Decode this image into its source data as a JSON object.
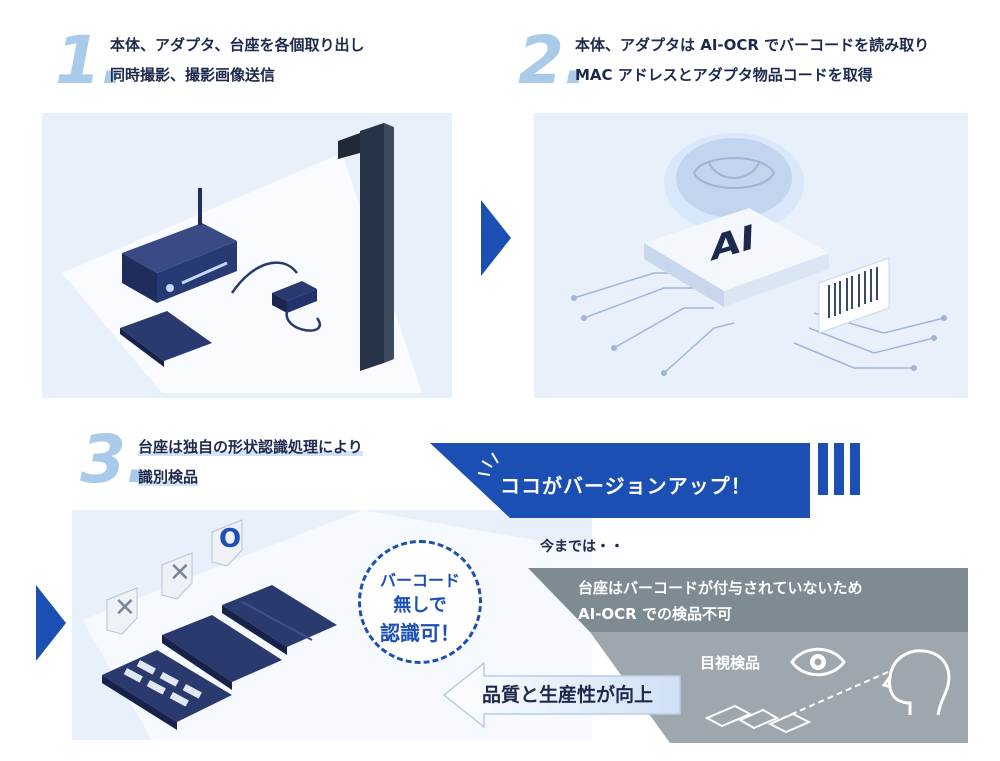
{
  "step1": {
    "number": "1.",
    "line1": "本体、アダプタ、台座を各個取り出し",
    "line2": "同時撮影、撮影画像送信"
  },
  "step2": {
    "number": "2.",
    "line1": "本体、アダプタは AI-OCR でバーコードを読み取り",
    "line2": "MAC アドレスとアダプタ物品コードを取得",
    "ai_label": "AI"
  },
  "step3": {
    "number": "3.",
    "line1": "台座は独自の形状認識処理により",
    "line2": "識別検品"
  },
  "banner": {
    "label": "ココがバージョンアップ！",
    "color": "#1c4fb3"
  },
  "previous": {
    "heading": "今までは・・",
    "line1": "台座はバーコードが付与されていないため",
    "line2": "AI-OCR での検品不可",
    "visual_check": "目視検品"
  },
  "badge": {
    "line1": "バーコード",
    "line2": "無しで",
    "line3": "認識可！"
  },
  "improvement": {
    "label": "品質と生産性が向上"
  },
  "marks": {
    "ng1": "✕",
    "ng2": "✕",
    "ok": "O"
  }
}
